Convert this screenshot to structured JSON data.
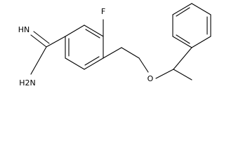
{
  "molecule": {
    "labels": {
      "fluorine": "F",
      "imine": "HN",
      "amine": "H2N",
      "ether_oxygen": "O"
    }
  }
}
